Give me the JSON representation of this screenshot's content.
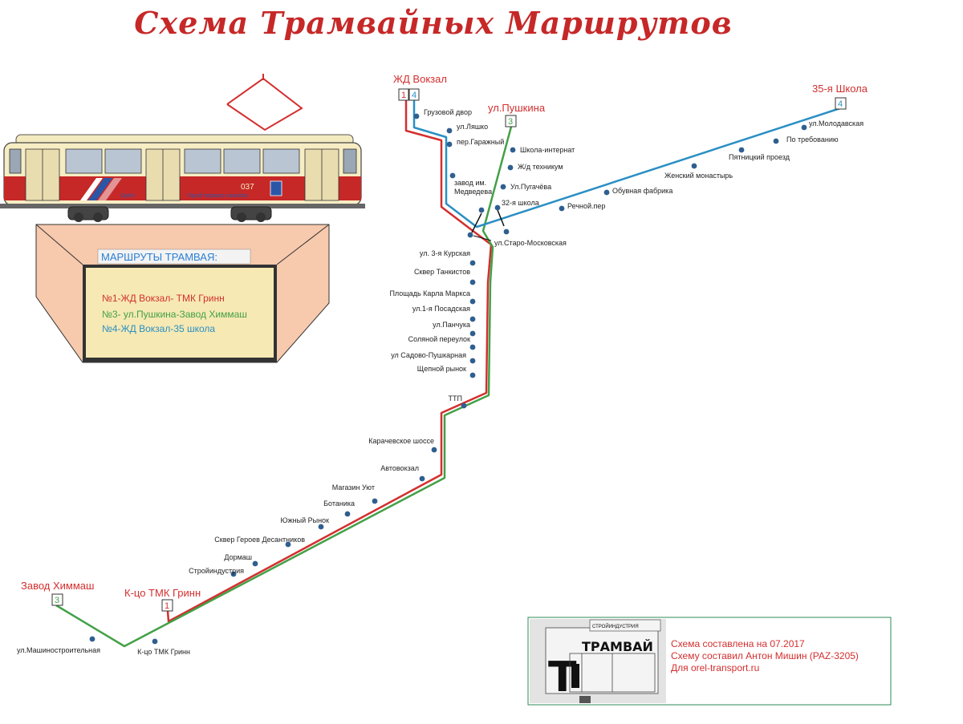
{
  "title": "Схема Трамвайных Маршрутов",
  "colors": {
    "route1": "#d32f2f",
    "route3": "#43a047",
    "route4": "#2a8fc4",
    "stop": "#2f5f8f",
    "title": "#c62828"
  },
  "terminals": {
    "zhd": {
      "name": "ЖД Вокзал",
      "routes": [
        "1",
        "4"
      ]
    },
    "pushkina": {
      "name": "ул.Пушкина",
      "routes": [
        "3"
      ]
    },
    "school35": {
      "name": "35-я Школа",
      "routes": [
        "4"
      ]
    },
    "himmash": {
      "name": "Завод Химмаш",
      "routes": [
        "3"
      ]
    },
    "tmk": {
      "name": "К-цо ТМК Гринн",
      "routes": [
        "1"
      ]
    }
  },
  "stops": {
    "gruzovoy": "Грузовой двор",
    "lyashko": "ул.Ляшко",
    "garazh": "пер.Гаражный",
    "zavod_med_1": "завод им.",
    "zavod_med_2": "Медведева",
    "internat": "Школа-интернат",
    "tehnikum": "Ж/д техникум",
    "pugacheva": "Ул.Пугачёва",
    "school32": "32-я школа",
    "starmosk": "ул.Старо-Московская",
    "rechnoy": "Речной.пер",
    "obuvnaya": "Обувная фабрика",
    "monastyr": "Женский монастырь",
    "pyatnitsky": "Пятницкий проезд",
    "trebovanie": "По требованию",
    "moldav": "ул.Молодавская",
    "kurskaya": "ул. 3-я Курская",
    "tankistov": "Сквер Танкистов",
    "marksa": "Площадь Карла Маркса",
    "posad": "ул.1-я Посадская",
    "panchuka": "ул.Панчука",
    "solyanoy": "Соляной переулок",
    "sadovo": "ул Садово-Пушкарная",
    "shchepnoy": "Щепной рынок",
    "ttp": "ТТП",
    "karach": "Карачевское шоссе",
    "avtovokzal": "Автовокзал",
    "uyut": "Магазин Уют",
    "botanika": "Ботаника",
    "yuzhny": "Южный Рынок",
    "geroev": "Сквер Героев Десантников",
    "dormash": "Дормаш",
    "stroy": "Стройиндустрия",
    "tmk": "К-цо ТМК Гринн",
    "mashstroy": "ул.Машиностроительная"
  },
  "legend": {
    "title": "МАРШРУТЫ ТРАМВАЯ:",
    "items": [
      {
        "label": "№1-ЖД Вокзал- ТМК Гринн",
        "color": "#d32f2f"
      },
      {
        "label": "№3- ул.Пушкина-Завод Химмаш",
        "color": "#43a047"
      },
      {
        "label": "№4-ЖД Вокзал-35 школа",
        "color": "#2a8fc4"
      }
    ]
  },
  "tram": {
    "number": "037",
    "slogan_1": "Орёл-",
    "slogan_2": "Город первого салюта"
  },
  "sign": {
    "line1": "СТРОЙИНДУСТРИЯ",
    "line2": "ТРАМВАЙ",
    "letter": "Т"
  },
  "credits": [
    "Схема составлена на 07.2017",
    "Схему составил Антон Мишин (PAZ-3205)",
    "Для orel-transport.ru"
  ]
}
